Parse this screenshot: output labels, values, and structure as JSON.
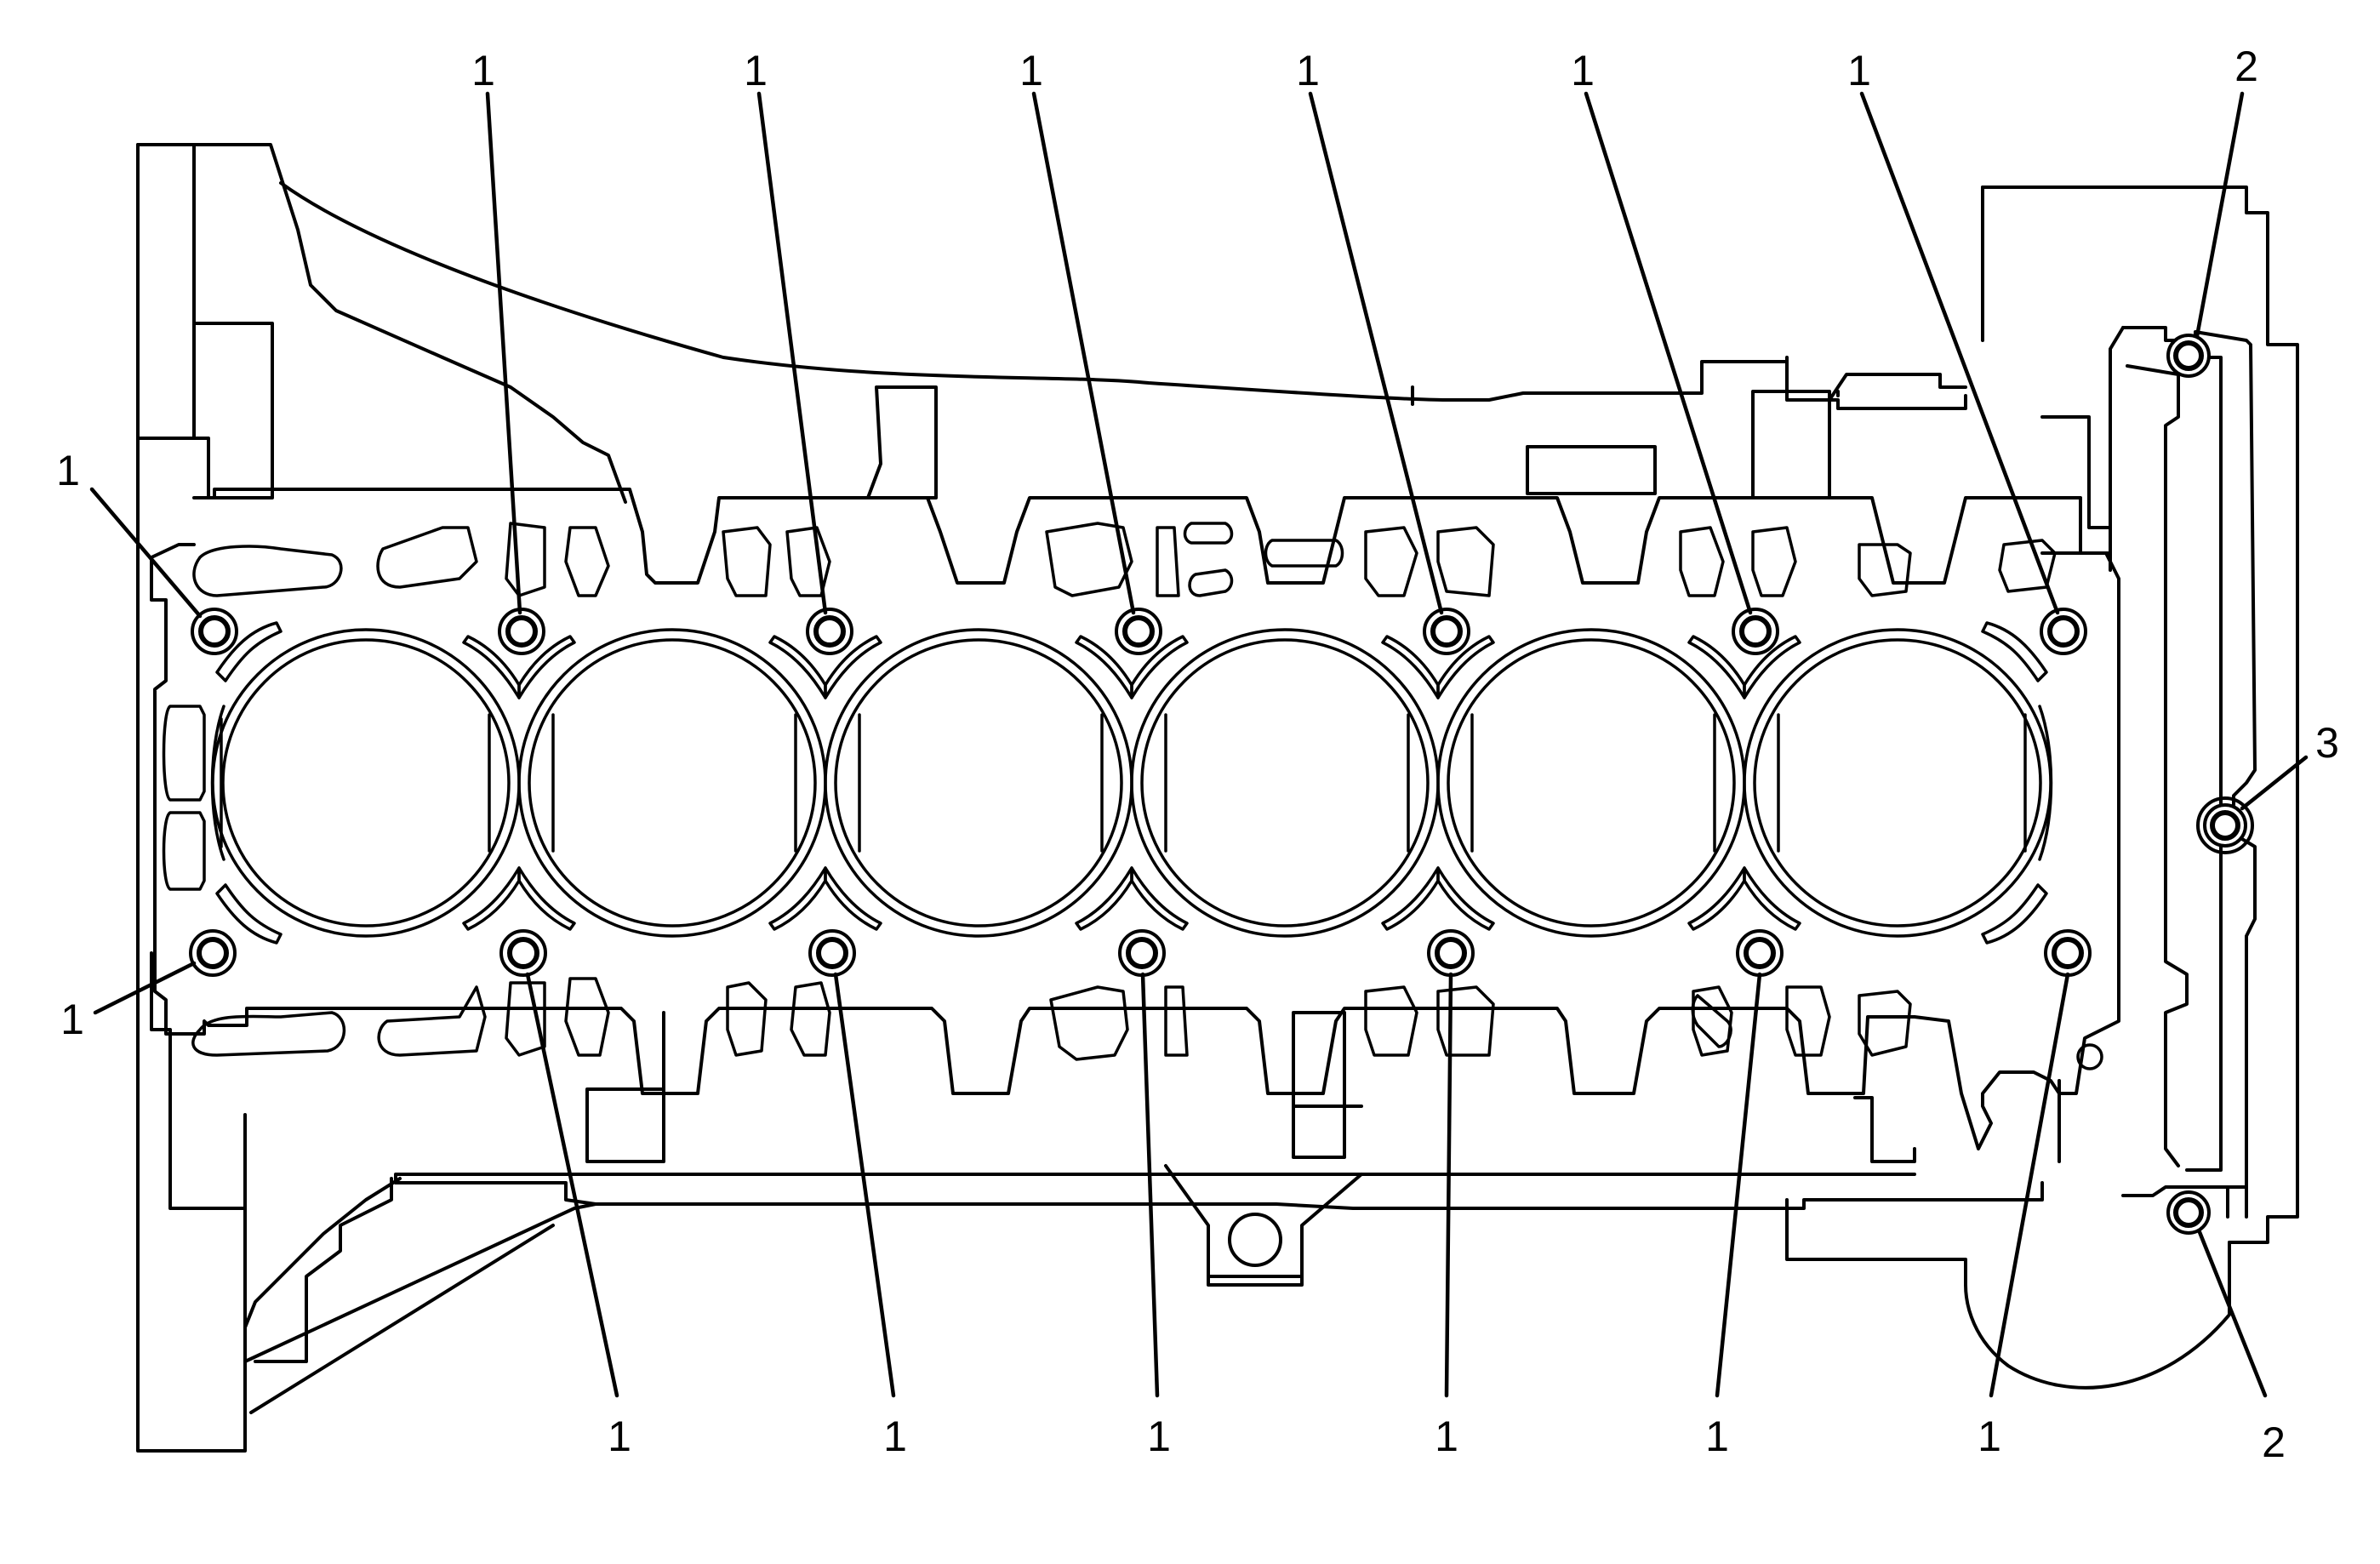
{
  "callouts": {
    "top": [
      "1",
      "1",
      "1",
      "1",
      "1",
      "1"
    ],
    "bottom": [
      "1",
      "1",
      "1",
      "1",
      "1",
      "1"
    ],
    "left_upper": "1",
    "left_lower": "1",
    "right_top": "2",
    "right_bottom": "2",
    "right_middle": "3"
  },
  "colors": {
    "line": "#000000",
    "background": "#ffffff"
  }
}
